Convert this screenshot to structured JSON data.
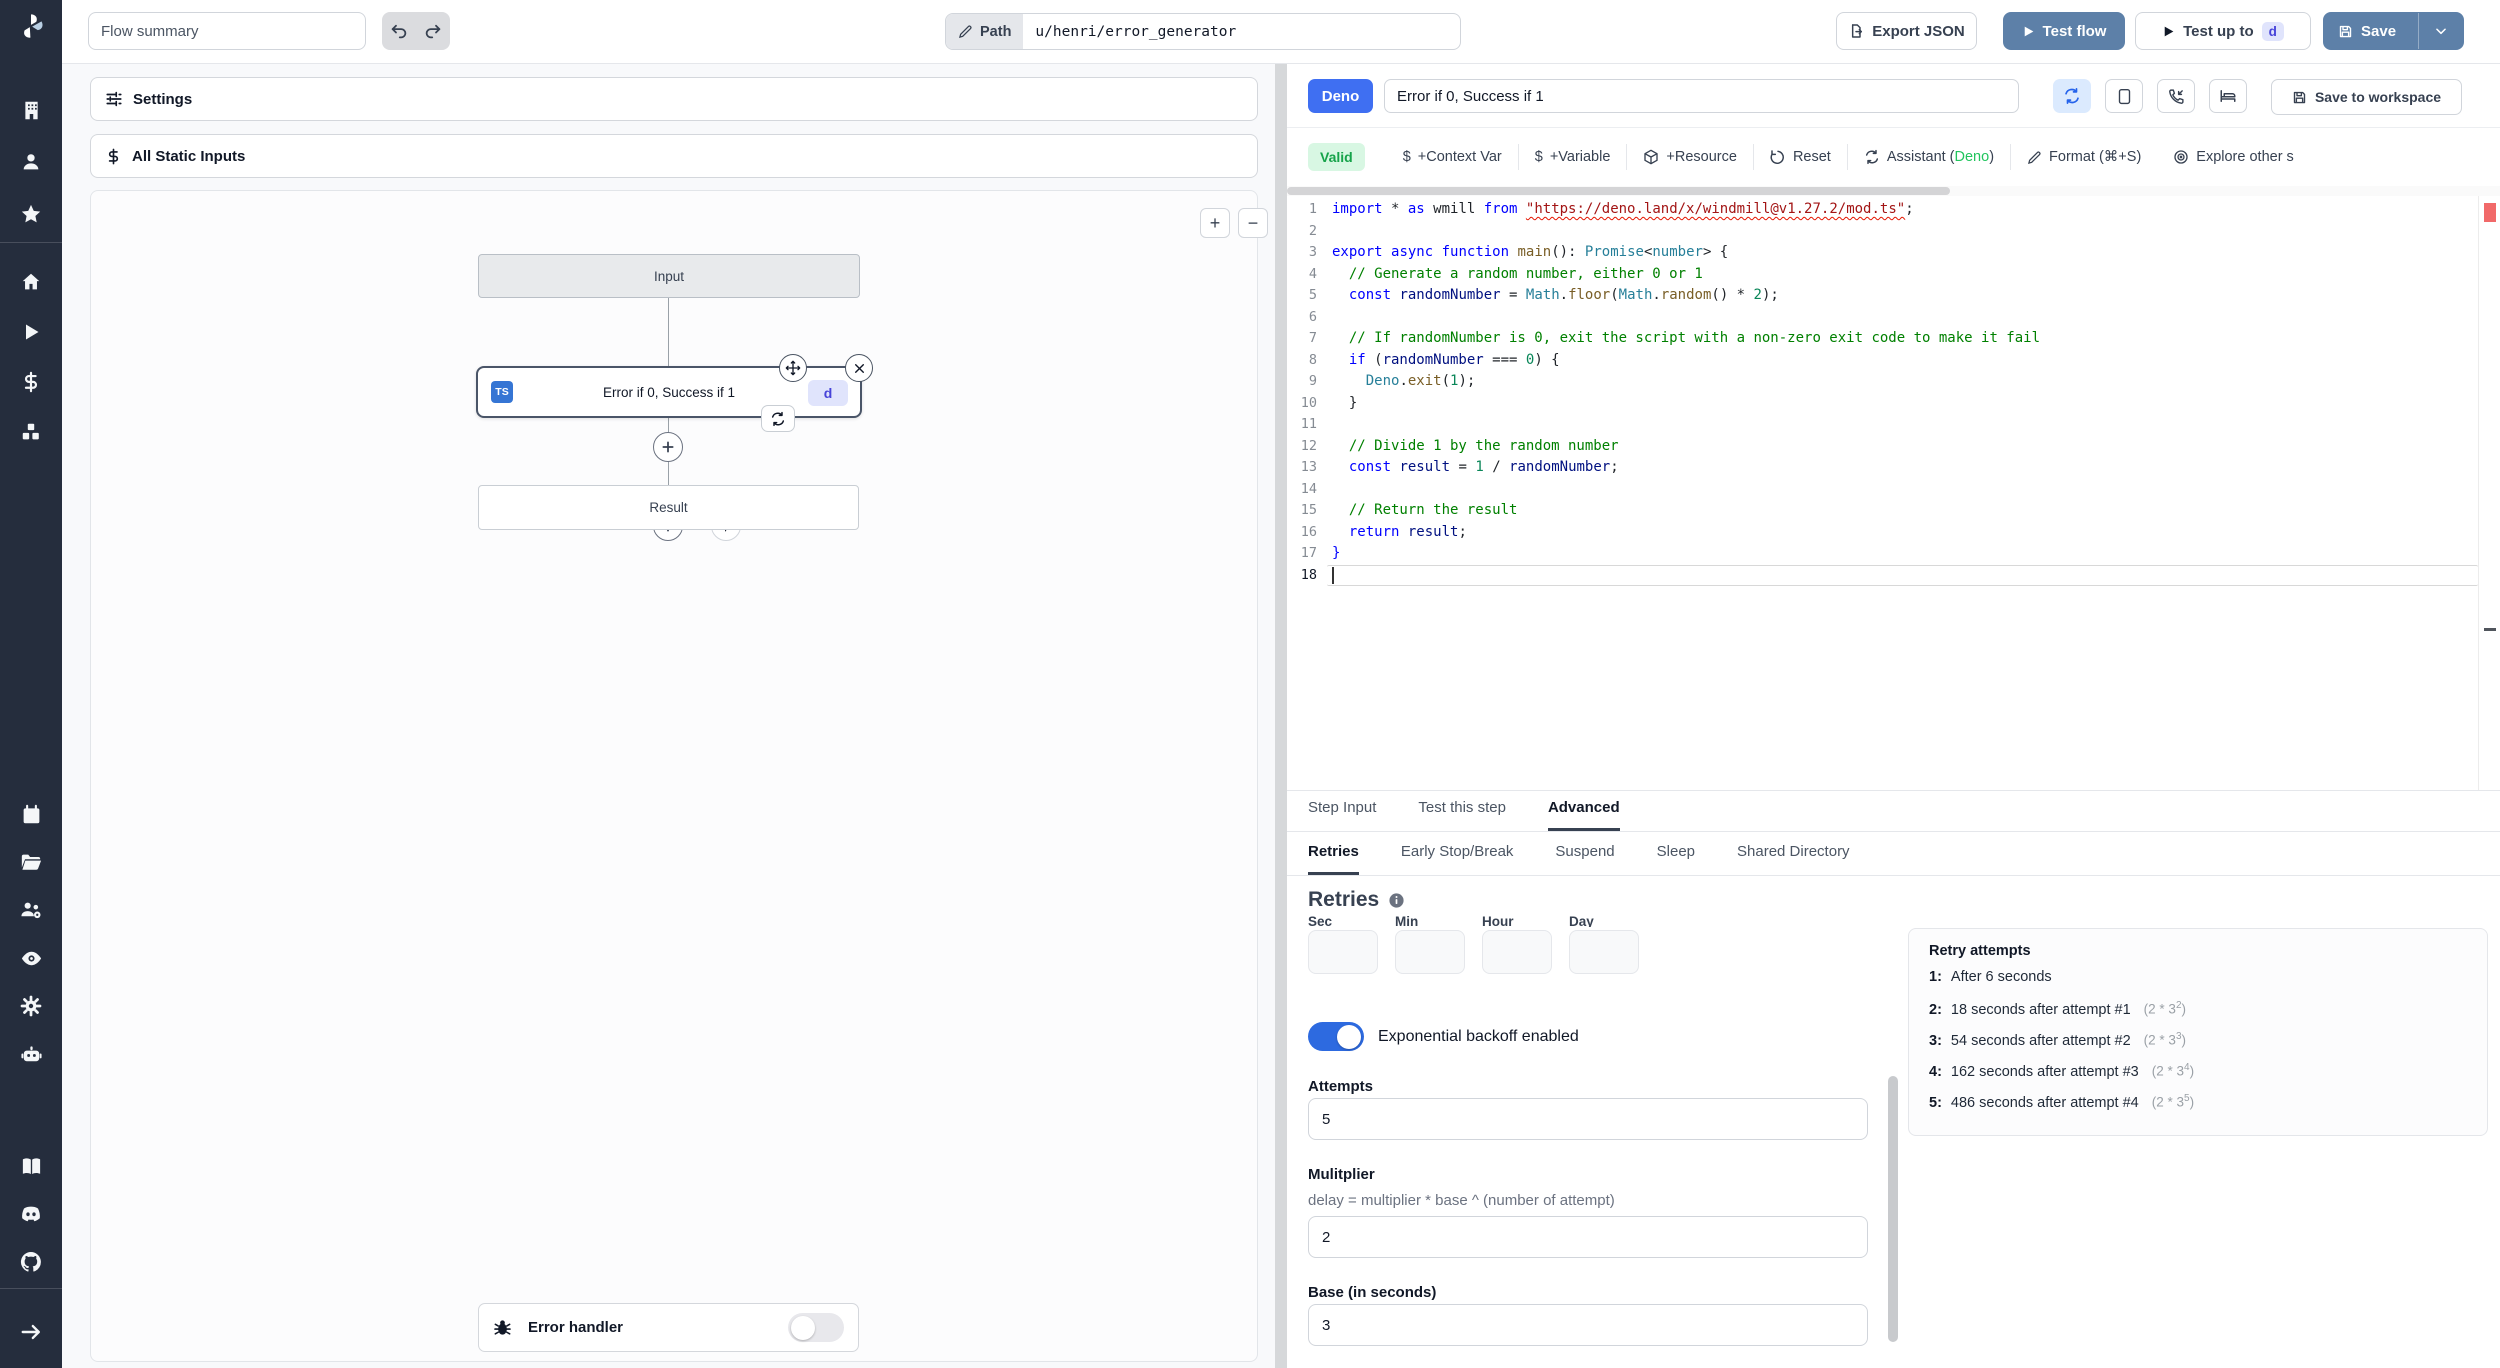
{
  "topbar": {
    "flow_summary": "Flow summary",
    "path_label": "Path",
    "path_value": "u/henri/error_generator",
    "export_json": "Export JSON",
    "test_flow": "Test flow",
    "test_up_to": "Test up to",
    "test_up_to_badge": "d",
    "save": "Save"
  },
  "flow_panel": {
    "settings": "Settings",
    "all_static_inputs": "All Static Inputs",
    "zoom_in": "+",
    "zoom_out": "−",
    "input_node": "Input",
    "step_title": "Error if 0, Success if 1",
    "step_lang": "TS",
    "step_badge": "d",
    "result_node": "Result",
    "error_handler": "Error handler"
  },
  "editor": {
    "lang_badge": "Deno",
    "step_name": "Error if 0, Success if 1",
    "save_to_workspace": "Save to workspace",
    "valid": "Valid",
    "context_var": "+Context Var",
    "variable": "+Variable",
    "resource": "+Resource",
    "reset": "Reset",
    "assistant_prefix": "Assistant (",
    "assistant_lang": "Deno",
    "assistant_suffix": ")",
    "format": "Format (⌘+S)",
    "explore": "Explore other s",
    "code": [
      {
        "n": 1,
        "tk": [
          [
            "k",
            "import"
          ],
          [
            "d",
            " * "
          ],
          [
            "k",
            "as"
          ],
          [
            "d",
            " wmill "
          ],
          [
            "k",
            "from"
          ],
          [
            "d",
            " "
          ],
          [
            "u",
            "\"https://deno.land/x/windmill@v1.27.2/mod.ts\""
          ],
          [
            "d",
            ";"
          ]
        ]
      },
      {
        "n": 2,
        "tk": []
      },
      {
        "n": 3,
        "tk": [
          [
            "k",
            "export"
          ],
          [
            "d",
            " "
          ],
          [
            "k",
            "async"
          ],
          [
            "d",
            " "
          ],
          [
            "k",
            "function"
          ],
          [
            "d",
            " "
          ],
          [
            "f",
            "main"
          ],
          [
            "d",
            "(): "
          ],
          [
            "t",
            "Promise"
          ],
          [
            "d",
            "<"
          ],
          [
            "t",
            "number"
          ],
          [
            "d",
            "> {"
          ]
        ]
      },
      {
        "n": 4,
        "tk": [
          [
            "d",
            "  "
          ],
          [
            "c",
            "// Generate a random number, either 0 or 1"
          ]
        ]
      },
      {
        "n": 5,
        "tk": [
          [
            "d",
            "  "
          ],
          [
            "k",
            "const"
          ],
          [
            "d",
            " "
          ],
          [
            "v",
            "randomNumber"
          ],
          [
            "d",
            " = "
          ],
          [
            "t",
            "Math"
          ],
          [
            "d",
            "."
          ],
          [
            "f",
            "floor"
          ],
          [
            "d",
            "("
          ],
          [
            "t",
            "Math"
          ],
          [
            "d",
            "."
          ],
          [
            "f",
            "random"
          ],
          [
            "d",
            "() * "
          ],
          [
            "n",
            "2"
          ],
          [
            "d",
            ");"
          ]
        ]
      },
      {
        "n": 6,
        "tk": []
      },
      {
        "n": 7,
        "tk": [
          [
            "d",
            "  "
          ],
          [
            "c",
            "// If randomNumber is 0, exit the script with a non-zero exit code to make it fail"
          ]
        ]
      },
      {
        "n": 8,
        "tk": [
          [
            "d",
            "  "
          ],
          [
            "k",
            "if"
          ],
          [
            "d",
            " ("
          ],
          [
            "v",
            "randomNumber"
          ],
          [
            "d",
            " === "
          ],
          [
            "n",
            "0"
          ],
          [
            "d",
            ") {"
          ]
        ]
      },
      {
        "n": 9,
        "tk": [
          [
            "d",
            "    "
          ],
          [
            "t",
            "Deno"
          ],
          [
            "d",
            "."
          ],
          [
            "f",
            "exit"
          ],
          [
            "d",
            "("
          ],
          [
            "n",
            "1"
          ],
          [
            "d",
            ");"
          ]
        ]
      },
      {
        "n": 10,
        "tk": [
          [
            "d",
            "  }"
          ]
        ]
      },
      {
        "n": 11,
        "tk": []
      },
      {
        "n": 12,
        "tk": [
          [
            "d",
            "  "
          ],
          [
            "c",
            "// Divide 1 by the random number"
          ]
        ]
      },
      {
        "n": 13,
        "tk": [
          [
            "d",
            "  "
          ],
          [
            "k",
            "const"
          ],
          [
            "d",
            " "
          ],
          [
            "v",
            "result"
          ],
          [
            "d",
            " = "
          ],
          [
            "n",
            "1"
          ],
          [
            "d",
            " / "
          ],
          [
            "v",
            "randomNumber"
          ],
          [
            "d",
            ";"
          ]
        ]
      },
      {
        "n": 14,
        "tk": []
      },
      {
        "n": 15,
        "tk": [
          [
            "d",
            "  "
          ],
          [
            "c",
            "// Return the result"
          ]
        ]
      },
      {
        "n": 16,
        "tk": [
          [
            "d",
            "  "
          ],
          [
            "k",
            "return"
          ],
          [
            "d",
            " "
          ],
          [
            "v",
            "result"
          ],
          [
            "d",
            ";"
          ]
        ]
      },
      {
        "n": 17,
        "tk": [
          [
            "k",
            "}"
          ]
        ]
      },
      {
        "n": 18,
        "tk": [],
        "a": true
      }
    ]
  },
  "tabs": {
    "main": [
      {
        "label": "Step Input"
      },
      {
        "label": "Test this step"
      },
      {
        "label": "Advanced",
        "active": true
      }
    ],
    "advanced": [
      {
        "label": "Retries",
        "active": true
      },
      {
        "label": "Early Stop/Break"
      },
      {
        "label": "Suspend"
      },
      {
        "label": "Sleep"
      },
      {
        "label": "Shared Directory"
      }
    ]
  },
  "retries": {
    "title": "Retries",
    "time_units": [
      {
        "label": "Sec"
      },
      {
        "label": "Min"
      },
      {
        "label": "Hour"
      },
      {
        "label": "Day"
      }
    ],
    "exponential_label": "Exponential backoff enabled",
    "attempts_label": "Attempts",
    "attempts_value": "5",
    "multiplier_label": "Mulitplier",
    "multiplier_hint": "delay = multiplier * base ^ (number of attempt)",
    "multiplier_value": "2",
    "base_label": "Base (in seconds)",
    "base_value": "3",
    "retry_attempts": {
      "title": "Retry attempts",
      "items": [
        {
          "n": "1:",
          "text": "After 6 seconds",
          "f": "",
          "exp": "",
          "fc": ""
        },
        {
          "n": "2:",
          "text": "18 seconds after attempt #1",
          "f": "(2 * 3",
          "exp": "2",
          "fc": ")"
        },
        {
          "n": "3:",
          "text": "54 seconds after attempt #2",
          "f": "(2 * 3",
          "exp": "3",
          "fc": ")"
        },
        {
          "n": "4:",
          "text": "162 seconds after attempt #3",
          "f": "(2 * 3",
          "exp": "4",
          "fc": ")"
        },
        {
          "n": "5:",
          "text": "486 seconds after attempt #4",
          "f": "(2 * 3",
          "exp": "5",
          "fc": ")"
        }
      ]
    }
  }
}
